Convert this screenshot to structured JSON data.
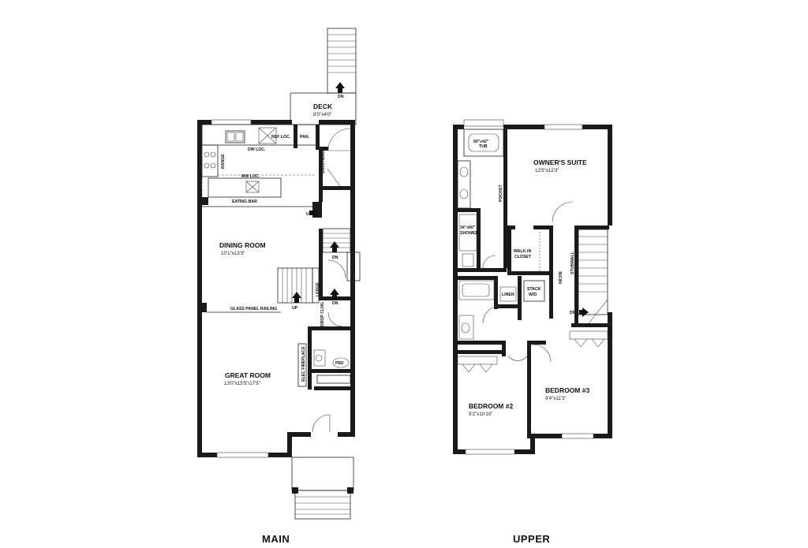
{
  "main_floor": {
    "name": "MAIN",
    "rooms": [
      {
        "key": "deck",
        "name": "DECK",
        "dim": "8'0\"x4'0\""
      },
      {
        "key": "dining",
        "name": "DINING ROOM",
        "dim": "10'1\"x13'3\""
      },
      {
        "key": "great",
        "name": "GREAT ROOM",
        "dim": "13'0\"x15'5\"/17'5\""
      }
    ],
    "notes": {
      "ref_loc": "REF LOC.",
      "pan": "PAN.",
      "dw_loc": "DW LOC.",
      "range": "RANGE",
      "mw_loc": "MW LOC.",
      "eating_bar": "EATING BAR",
      "bulkhead": "BULKHEAD",
      "glass_panel_railing": "GLASS PANEL RAILING",
      "ledge": "LEDGE",
      "drop_clng": "DROP CLNG",
      "elec_fireplace": "ELEC FIREPLACE",
      "ped": "PED",
      "up_1": "UP",
      "up_2": "UP",
      "dn_1": "DN",
      "dn_2": "DN",
      "dn_deck": "DN"
    }
  },
  "upper_floor": {
    "name": "UPPER",
    "rooms": [
      {
        "key": "owners",
        "name": "OWNER'S SUITE",
        "dim": "12'5\"x12'3\""
      },
      {
        "key": "bed2",
        "name": "BEDROOM #2",
        "dim": "9'2\"x10'10\""
      },
      {
        "key": "bed3",
        "name": "BEDROOM #3",
        "dim": "9'4\"x11'3\""
      }
    ],
    "notes": {
      "tub": "60\"x42\"",
      "tub2": "TUB",
      "shower": "34\"x60\"",
      "shower2": "SHOWER",
      "pocket": "POCKET",
      "walkin": "WALK-IN",
      "walkin2": "CLOSET",
      "niche": "NICHE",
      "stubwall": "STUBWALL",
      "linen": "LINEN",
      "stack": "STACK",
      "stack2": "W/D",
      "dn": "DN"
    }
  }
}
